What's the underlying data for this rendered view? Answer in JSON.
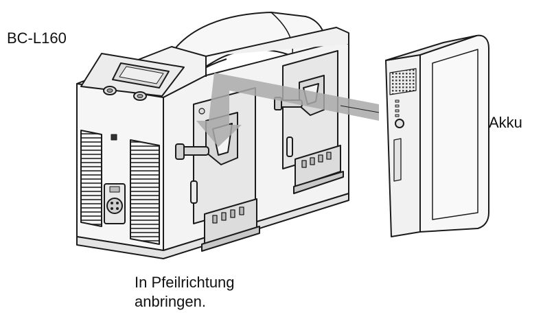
{
  "labels": {
    "model": "BC-L160",
    "battery": "Akku",
    "instruction_line1": "In Pfeilrichtung",
    "instruction_line2": "anbringen."
  },
  "colors": {
    "line": "#1a1a1a",
    "body_fill": "#f4f4f4",
    "panel_fill": "#e6e6e6",
    "arrow_fill": "#a9a9a9",
    "background": "#ffffff"
  },
  "icons": [
    "battery-charger-illustration",
    "battery-pack-illustration",
    "insertion-arrow"
  ]
}
